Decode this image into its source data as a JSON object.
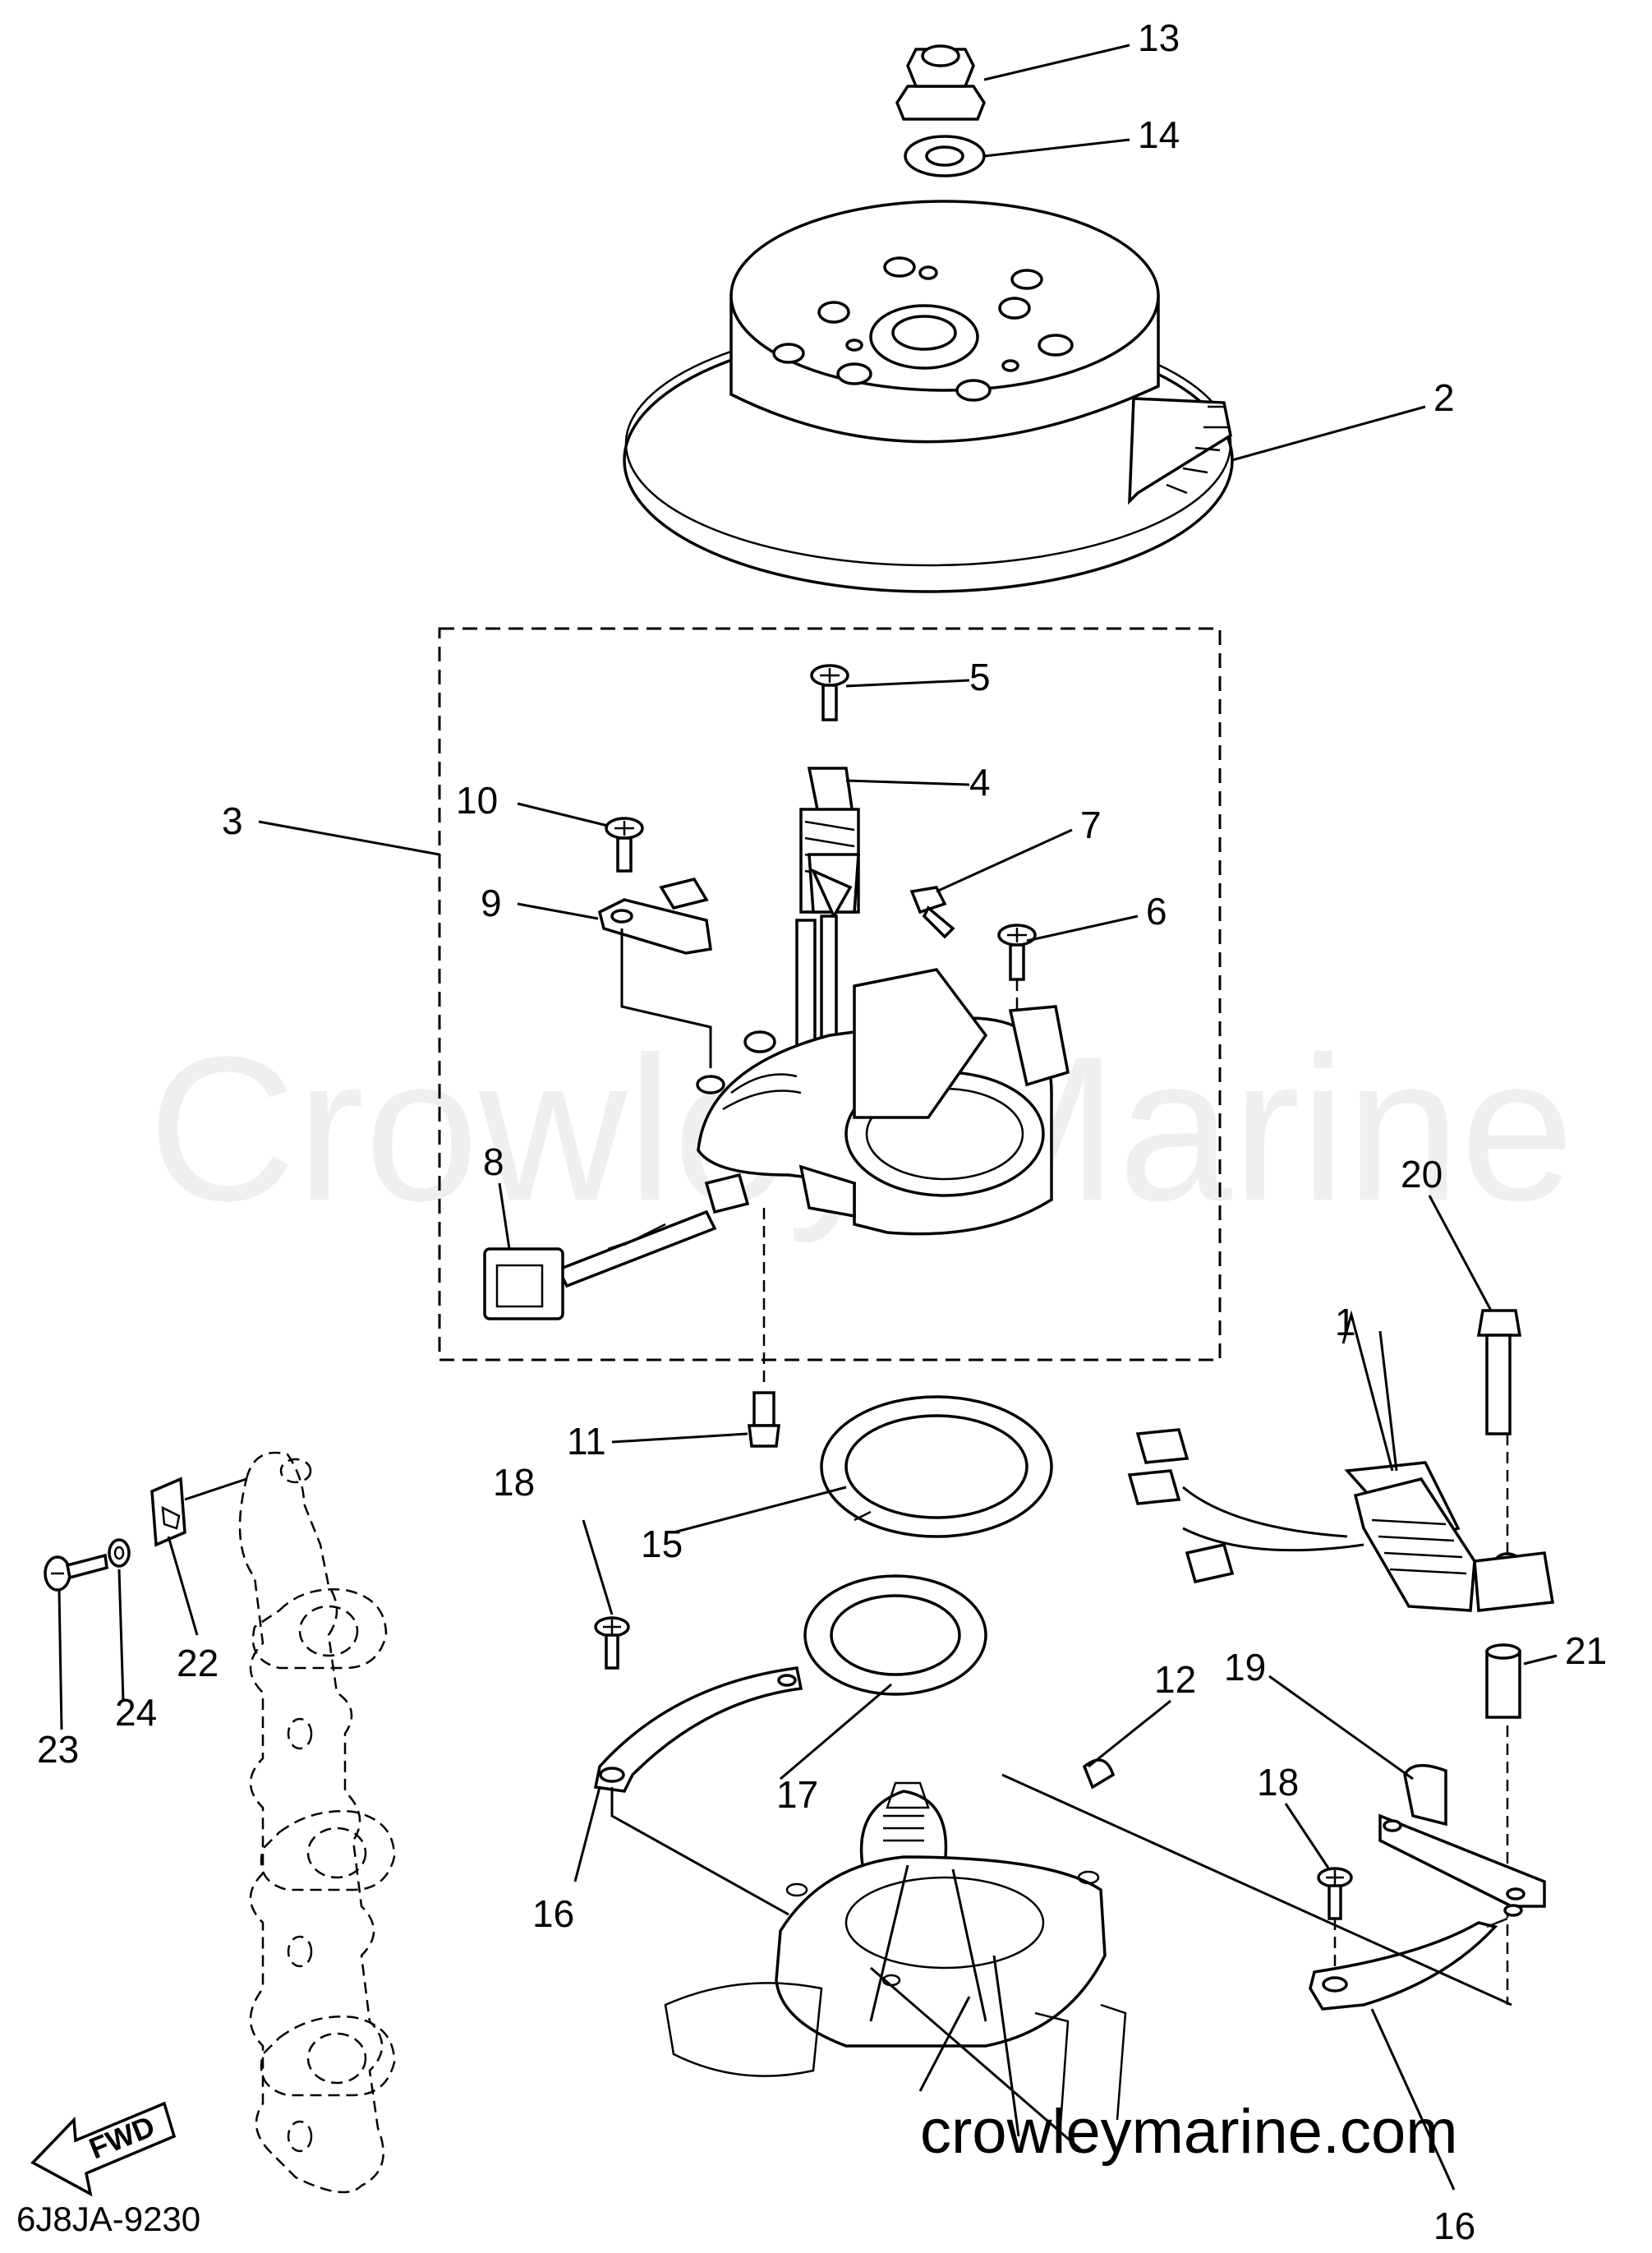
{
  "watermark": "Crowley Marine",
  "website": "crowleymarine.com",
  "diagram_code": "6J8JA-9230",
  "direction_label": "FWD",
  "callouts": {
    "c1": "1",
    "c2": "2",
    "c3": "3",
    "c4": "4",
    "c5": "5",
    "c6": "6",
    "c7": "7",
    "c8": "8",
    "c9": "9",
    "c10": "10",
    "c11": "11",
    "c12": "12",
    "c13": "13",
    "c14": "14",
    "c15": "15",
    "c16a": "16",
    "c16b": "16",
    "c17": "17",
    "c18a": "18",
    "c18b": "18",
    "c19": "19",
    "c20": "20",
    "c21": "21",
    "c22": "22",
    "c23": "23",
    "c24": "24"
  }
}
